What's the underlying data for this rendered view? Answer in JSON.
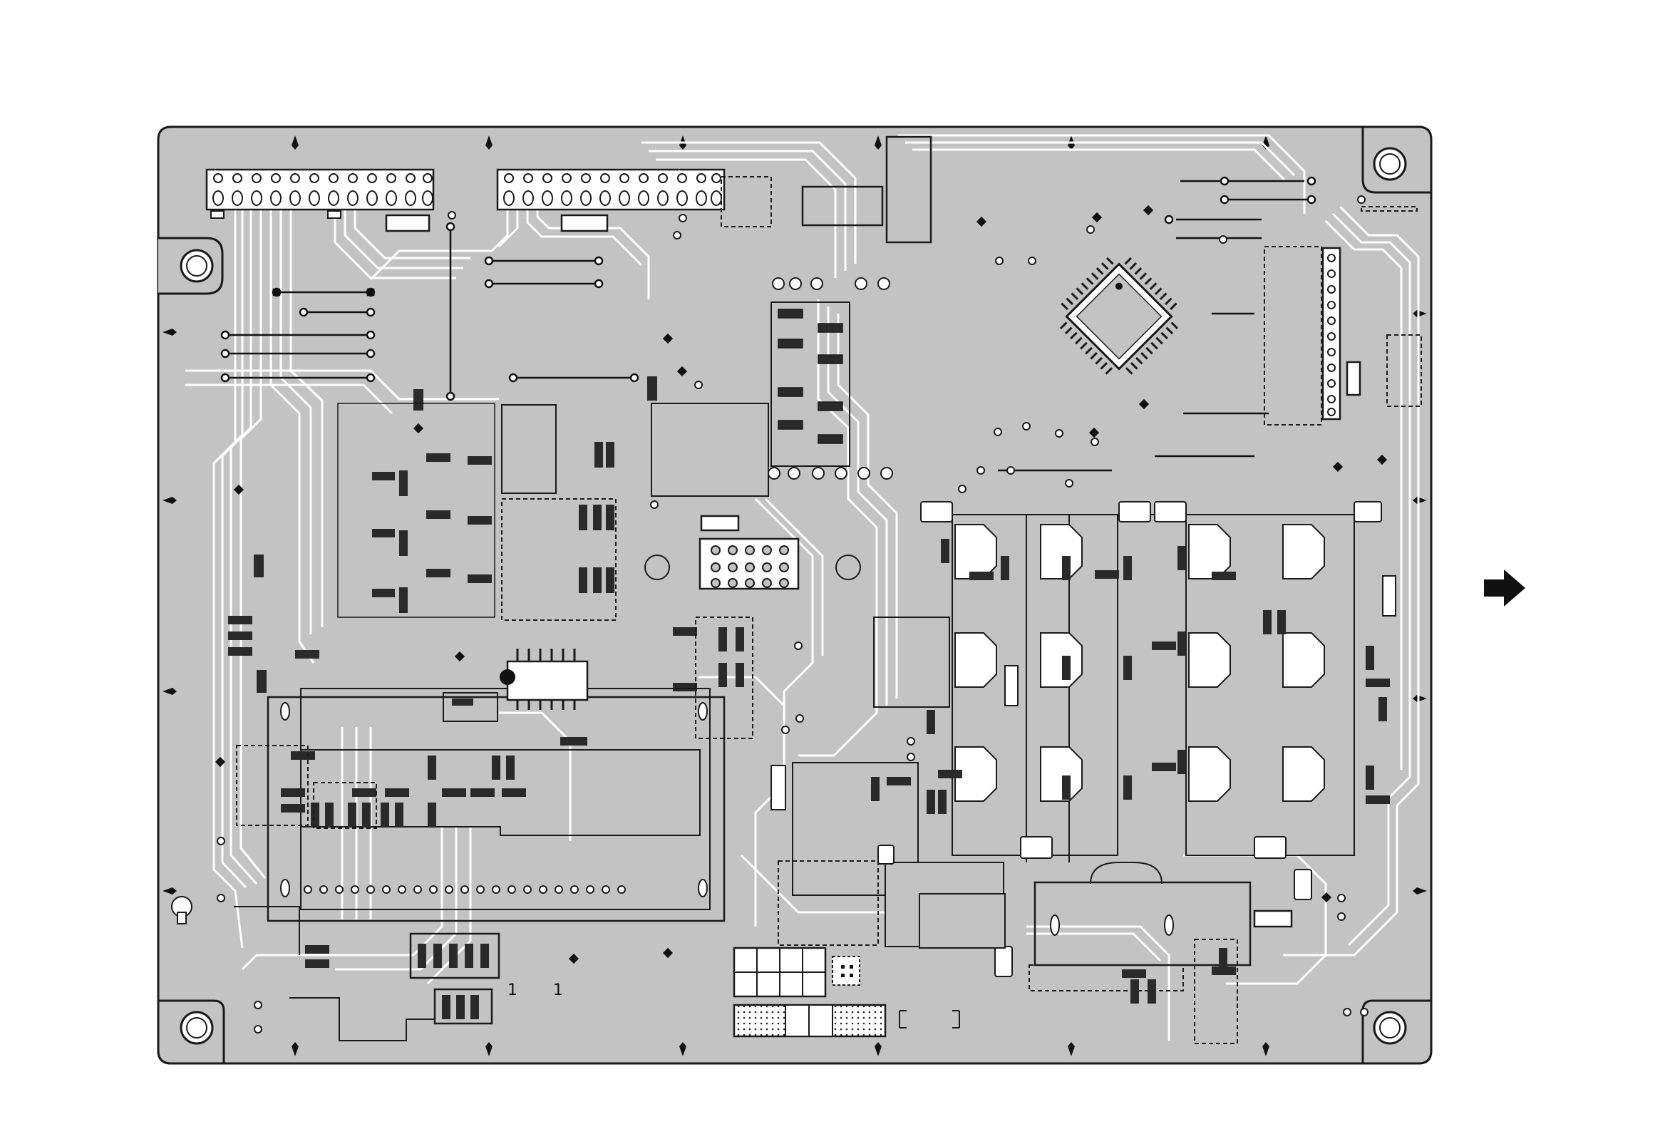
{
  "diagram": {
    "kind": "pcb-silkscreen-layout",
    "colors": {
      "page": "#ffffff",
      "board_fill": "#c3c3c3",
      "copper_trace": "#ffffff",
      "outline": "#1a1a1a",
      "silkscreen": "#111111",
      "component_body": "#2a2a2a",
      "pad": "#ffffff"
    },
    "icons": {
      "continue_marker": "right-arrow-icon",
      "mounting_hole": "mounting-hole-icon",
      "main_ic": "qfp-chip-icon"
    },
    "text": {
      "connector_mark_1": "1",
      "connector_mark_2": "1"
    }
  }
}
